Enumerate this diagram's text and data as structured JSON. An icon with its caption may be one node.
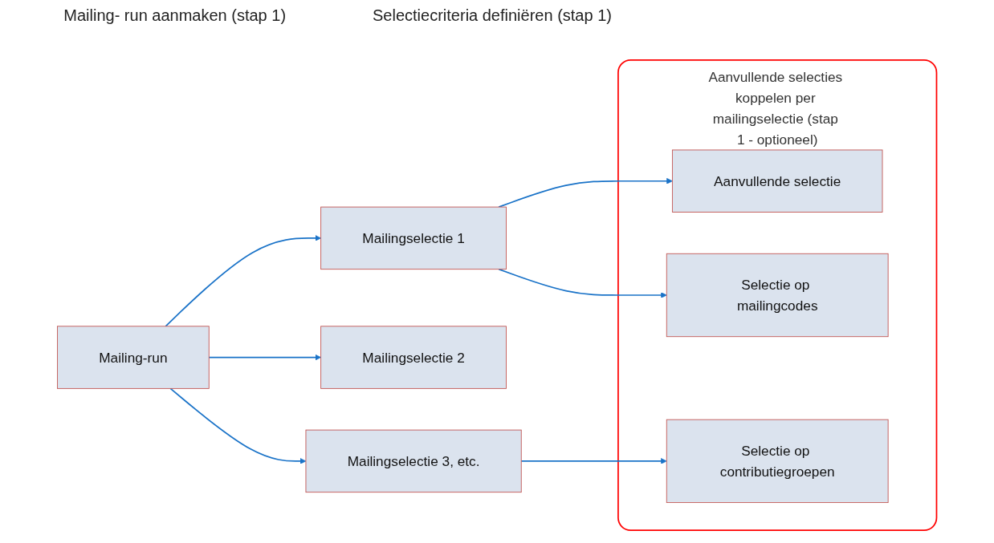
{
  "diagram": {
    "nodes": [
      {
        "text": [
          "Mailing-run"
        ]
      },
      {
        "text": [
          "Mailingselectie 1"
        ]
      },
      {
        "text": [
          "Mailingselectie 2"
        ]
      },
      {
        "text": [
          "Mailingselectie 3, etc."
        ]
      },
      {
        "text": [
          "Aanvullende selecties koppelen per mailingselectie (stap 1 - optioneel)"
        ]
      },
      {
        "text": [
          "Aanvullende selectie"
        ],
        "in": 4
      },
      {
        "text": [
          "Selectie op mailingcodes"
        ],
        "in": 4
      },
      {
        "text": [
          "Selectie op contributiegroepen"
        ],
        "in": 4
      }
    ],
    "edges": [
      {
        "from": 0,
        "to": 1,
        "arrow": "to"
      },
      {
        "from": 0,
        "to": 2,
        "arrow": "to"
      },
      {
        "from": 0,
        "to": 3,
        "arrow": "to"
      },
      {
        "from": 1,
        "to": 5,
        "arrow": "to"
      },
      {
        "from": 1,
        "to": 6,
        "arrow": "to"
      },
      {
        "from": 3,
        "to": 7,
        "arrow": "to"
      }
    ],
    "labels": [
      "Mailing- run aanmaken (stap 1)",
      "Selectiecriteria definiëren (stap 1)"
    ]
  }
}
